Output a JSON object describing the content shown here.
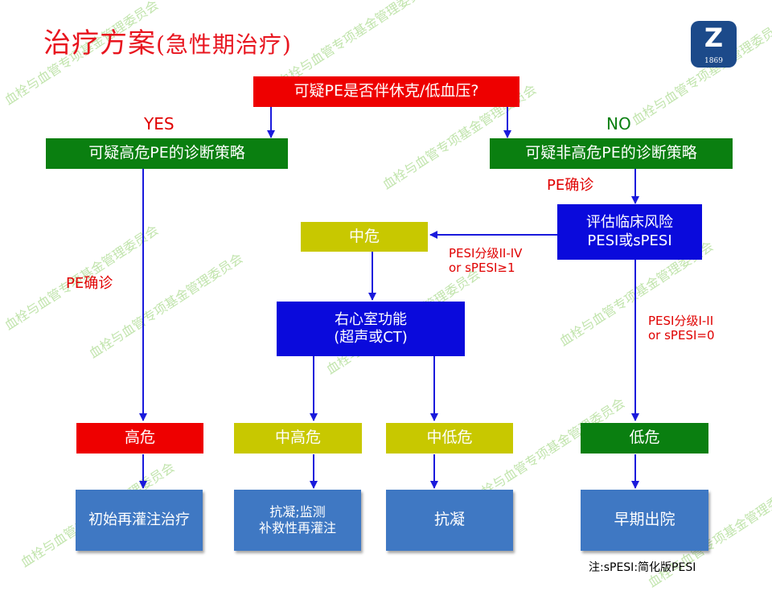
{
  "title": {
    "main": "治疗方案",
    "sub": "(急性期治疗)"
  },
  "logo": {
    "letter": "Z",
    "year": "1869"
  },
  "watermark": "血栓与血管专项基金管理委员会",
  "nodes": {
    "q_shock": "可疑PE是否伴休克/低血压?",
    "high_strategy": "可疑高危PE的诊断策略",
    "nonhigh_strategy": "可疑非高危PE的诊断策略",
    "assess_line1": "评估临床风险",
    "assess_line2": "PESI或sPESI",
    "mid": "中危",
    "rv_line1": "右心室功能",
    "rv_line2": "(超声或CT)",
    "high": "高危",
    "mid_high": "中高危",
    "mid_low": "中低危",
    "low": "低危",
    "tx_reperfusion": "初始再灌注治疗",
    "tx_anticoag_monitor_line1": "抗凝;监测",
    "tx_anticoag_monitor_line2": "补救性再灌注",
    "tx_anticoag": "抗凝",
    "tx_early_discharge": "早期出院"
  },
  "labels": {
    "yes": "YES",
    "no": "NO",
    "pe_confirmed_right": "PE确诊",
    "pe_confirmed_left": "PE确诊",
    "pesi_mid_line1": "PESI分级II-IV",
    "pesi_mid_line2": "or sPESI≥1",
    "pesi_low_line1": "PESI分级I-II",
    "pesi_low_line2": "or sPESI=0"
  },
  "note": "注:sPESI:简化版PESI",
  "colors": {
    "red": "#ee0000",
    "green": "#0a7f10",
    "yellow": "#c8c800",
    "blue": "#0a0adc",
    "steel": "#3f78c3",
    "arrow": "#1a1adc",
    "title": "#e8141e"
  }
}
